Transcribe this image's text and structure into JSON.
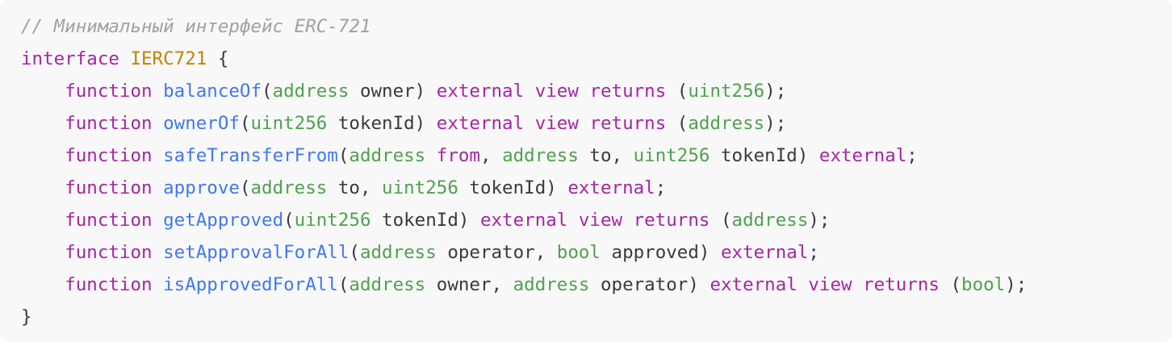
{
  "code": {
    "language": "solidity",
    "colors": {
      "background": "#f8f8f8",
      "comment": "#a0a1a7",
      "keyword": "#a626a4",
      "type": "#50a14f",
      "class": "#c18401",
      "function": "#4078f2",
      "plain": "#383a42"
    },
    "lines": [
      [
        [
          "comment",
          "// Минимальный интерфейс ERC-721"
        ]
      ],
      [
        [
          "keyword",
          "interface"
        ],
        [
          "plain",
          " "
        ],
        [
          "class",
          "IERC721"
        ],
        [
          "plain",
          " {"
        ]
      ],
      [
        [
          "plain",
          "    "
        ],
        [
          "keyword",
          "function"
        ],
        [
          "plain",
          " "
        ],
        [
          "func",
          "balanceOf"
        ],
        [
          "plain",
          "("
        ],
        [
          "type",
          "address"
        ],
        [
          "plain",
          " owner) "
        ],
        [
          "keyword",
          "external"
        ],
        [
          "plain",
          " "
        ],
        [
          "keyword",
          "view"
        ],
        [
          "plain",
          " "
        ],
        [
          "keyword",
          "returns"
        ],
        [
          "plain",
          " ("
        ],
        [
          "type",
          "uint256"
        ],
        [
          "plain",
          ");"
        ]
      ],
      [
        [
          "plain",
          "    "
        ],
        [
          "keyword",
          "function"
        ],
        [
          "plain",
          " "
        ],
        [
          "func",
          "ownerOf"
        ],
        [
          "plain",
          "("
        ],
        [
          "type",
          "uint256"
        ],
        [
          "plain",
          " tokenId) "
        ],
        [
          "keyword",
          "external"
        ],
        [
          "plain",
          " "
        ],
        [
          "keyword",
          "view"
        ],
        [
          "plain",
          " "
        ],
        [
          "keyword",
          "returns"
        ],
        [
          "plain",
          " ("
        ],
        [
          "type",
          "address"
        ],
        [
          "plain",
          ");"
        ]
      ],
      [
        [
          "plain",
          "    "
        ],
        [
          "keyword",
          "function"
        ],
        [
          "plain",
          " "
        ],
        [
          "func",
          "safeTransferFrom"
        ],
        [
          "plain",
          "("
        ],
        [
          "type",
          "address"
        ],
        [
          "plain",
          " "
        ],
        [
          "keyword",
          "from"
        ],
        [
          "plain",
          ", "
        ],
        [
          "type",
          "address"
        ],
        [
          "plain",
          " to, "
        ],
        [
          "type",
          "uint256"
        ],
        [
          "plain",
          " tokenId) "
        ],
        [
          "keyword",
          "external"
        ],
        [
          "plain",
          ";"
        ]
      ],
      [
        [
          "plain",
          "    "
        ],
        [
          "keyword",
          "function"
        ],
        [
          "plain",
          " "
        ],
        [
          "func",
          "approve"
        ],
        [
          "plain",
          "("
        ],
        [
          "type",
          "address"
        ],
        [
          "plain",
          " to, "
        ],
        [
          "type",
          "uint256"
        ],
        [
          "plain",
          " tokenId) "
        ],
        [
          "keyword",
          "external"
        ],
        [
          "plain",
          ";"
        ]
      ],
      [
        [
          "plain",
          "    "
        ],
        [
          "keyword",
          "function"
        ],
        [
          "plain",
          " "
        ],
        [
          "func",
          "getApproved"
        ],
        [
          "plain",
          "("
        ],
        [
          "type",
          "uint256"
        ],
        [
          "plain",
          " tokenId) "
        ],
        [
          "keyword",
          "external"
        ],
        [
          "plain",
          " "
        ],
        [
          "keyword",
          "view"
        ],
        [
          "plain",
          " "
        ],
        [
          "keyword",
          "returns"
        ],
        [
          "plain",
          " ("
        ],
        [
          "type",
          "address"
        ],
        [
          "plain",
          ");"
        ]
      ],
      [
        [
          "plain",
          "    "
        ],
        [
          "keyword",
          "function"
        ],
        [
          "plain",
          " "
        ],
        [
          "func",
          "setApprovalForAll"
        ],
        [
          "plain",
          "("
        ],
        [
          "type",
          "address"
        ],
        [
          "plain",
          " operator, "
        ],
        [
          "type",
          "bool"
        ],
        [
          "plain",
          " approved) "
        ],
        [
          "keyword",
          "external"
        ],
        [
          "plain",
          ";"
        ]
      ],
      [
        [
          "plain",
          "    "
        ],
        [
          "keyword",
          "function"
        ],
        [
          "plain",
          " "
        ],
        [
          "func",
          "isApprovedForAll"
        ],
        [
          "plain",
          "("
        ],
        [
          "type",
          "address"
        ],
        [
          "plain",
          " owner, "
        ],
        [
          "type",
          "address"
        ],
        [
          "plain",
          " operator) "
        ],
        [
          "keyword",
          "external"
        ],
        [
          "plain",
          " "
        ],
        [
          "keyword",
          "view"
        ],
        [
          "plain",
          " "
        ],
        [
          "keyword",
          "returns"
        ],
        [
          "plain",
          " ("
        ],
        [
          "type",
          "bool"
        ],
        [
          "plain",
          ");"
        ]
      ],
      [
        [
          "plain",
          "}"
        ]
      ]
    ]
  }
}
